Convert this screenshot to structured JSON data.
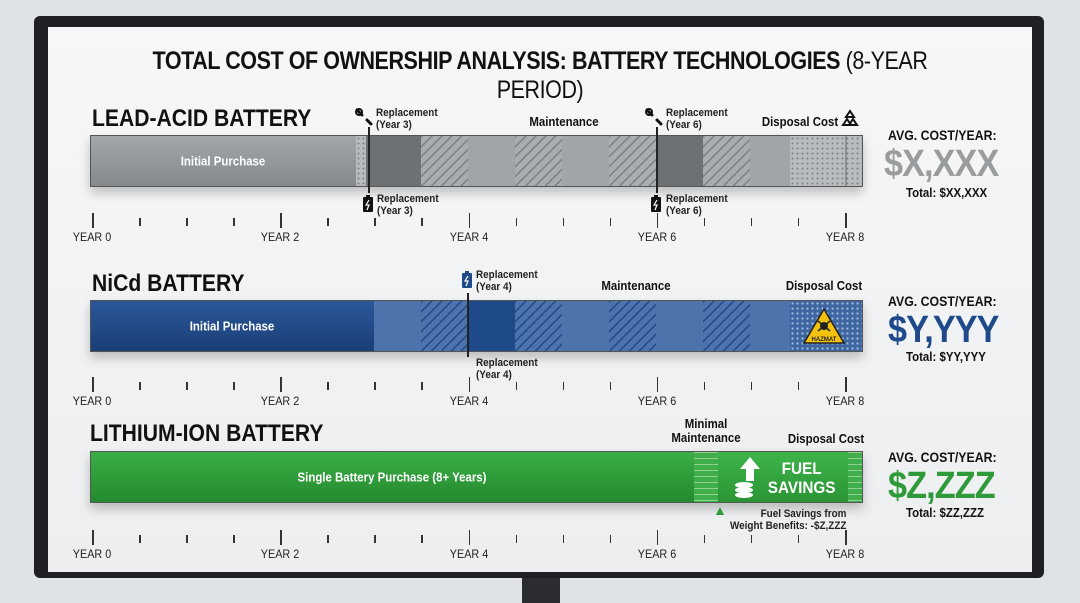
{
  "title": {
    "main": "TOTAL COST OF OWNERSHIP ANALYSIS: BATTERY TECHNOLOGIES",
    "suffix": "(8-YEAR PERIOD)"
  },
  "axis_labels": [
    "YEAR 0",
    "YEAR 2",
    "YEAR 4",
    "YEAR 6",
    "YEAR 8"
  ],
  "lead_acid": {
    "title": "LEAD-ACID BATTERY",
    "initial": "Initial Purchase",
    "replacement_top_1": [
      "Replacement",
      "(Year 3)"
    ],
    "replacement_top_2": [
      "Replacement",
      "(Year 6)"
    ],
    "replacement_bot_1": [
      "Replacement",
      "(Year 3)"
    ],
    "replacement_bot_2": [
      "Replacement",
      "(Year 6)"
    ],
    "maintenance": "Maintenance",
    "disposal": "Disposal Cost",
    "avg_head": "AVG. COST/YEAR:",
    "avg_value": "$X,XXX",
    "total": "Total: $XX,XXX",
    "color": "#8e9294"
  },
  "nicd": {
    "title": "NiCd BATTERY",
    "initial": "Initial Purchase",
    "replacement_top": [
      "Replacement",
      "(Year 4)"
    ],
    "replacement_bot": [
      "Replacement",
      "(Year 4)"
    ],
    "maintenance": "Maintenance",
    "disposal": "Disposal Cost",
    "hazmat": "HAZMAT",
    "avg_head": "AVG. COST/YEAR:",
    "avg_value": "$Y,YYY",
    "total": "Total: $YY,YYY",
    "color": "#1f4a8a"
  },
  "lithium": {
    "title": "LITHIUM-ION BATTERY",
    "purchase": "Single Battery Purchase (8+ Years)",
    "minimal_maintenance": [
      "Minimal",
      "Maintenance"
    ],
    "disposal": "Disposal Cost",
    "fuel_savings": [
      "FUEL",
      "SAVINGS"
    ],
    "fuel_note": [
      "Fuel Savings from",
      "Weight Benefits: -$Z,ZZZ"
    ],
    "avg_head": "AVG. COST/YEAR:",
    "avg_value": "$Z,ZZZ",
    "total": "Total: $ZZ,ZZZ",
    "color": "#2f9a3a"
  },
  "icons": [
    "wrench-icon",
    "battery-icon",
    "recycle-icon",
    "hazard-icon",
    "coins-icon",
    "up-arrow-icon"
  ]
}
